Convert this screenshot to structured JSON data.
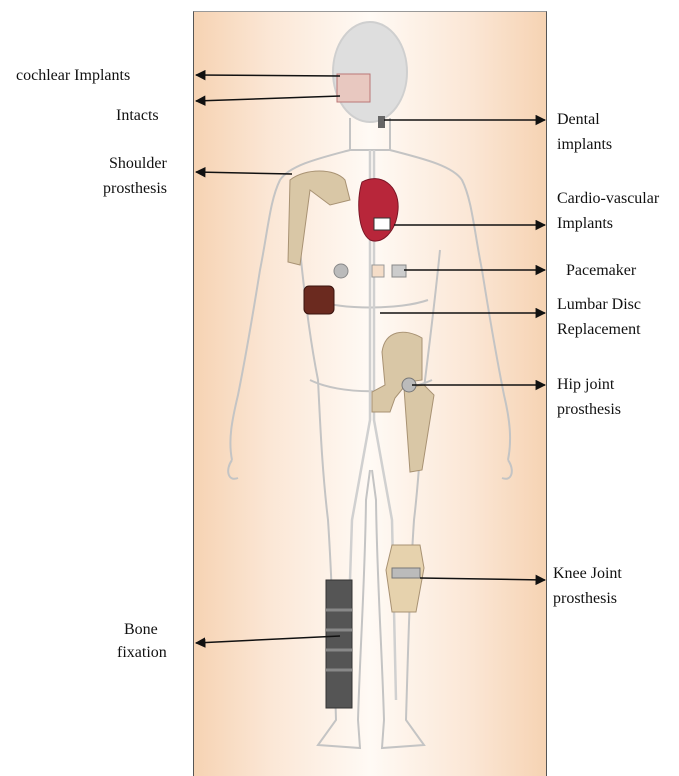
{
  "labels": {
    "cochlear": "cochlear  Implants",
    "intacts": "Intacts",
    "shoulder_1": "Shoulder",
    "shoulder_2": "prosthesis",
    "dental_1": "Dental",
    "dental_2": "implants",
    "cardio_1": "Cardio-vascular",
    "cardio_2": "Implants",
    "pacemaker": "Pacemaker",
    "lumbar_1": "Lumbar Disc",
    "lumbar_2": "Replacement",
    "hip_1": "Hip joint",
    "hip_2": "prosthesis",
    "knee_1": "Knee Joint",
    "knee_2": "prosthesis",
    "bone_1": "Bone",
    "bone_2": "fixation"
  },
  "colors": {
    "panel_edge": "#f6d3b3",
    "body_outline": "#bdbdbd",
    "bone": "#d9c7a6",
    "heart": "#b8263a",
    "implant_metal": "#555555"
  }
}
